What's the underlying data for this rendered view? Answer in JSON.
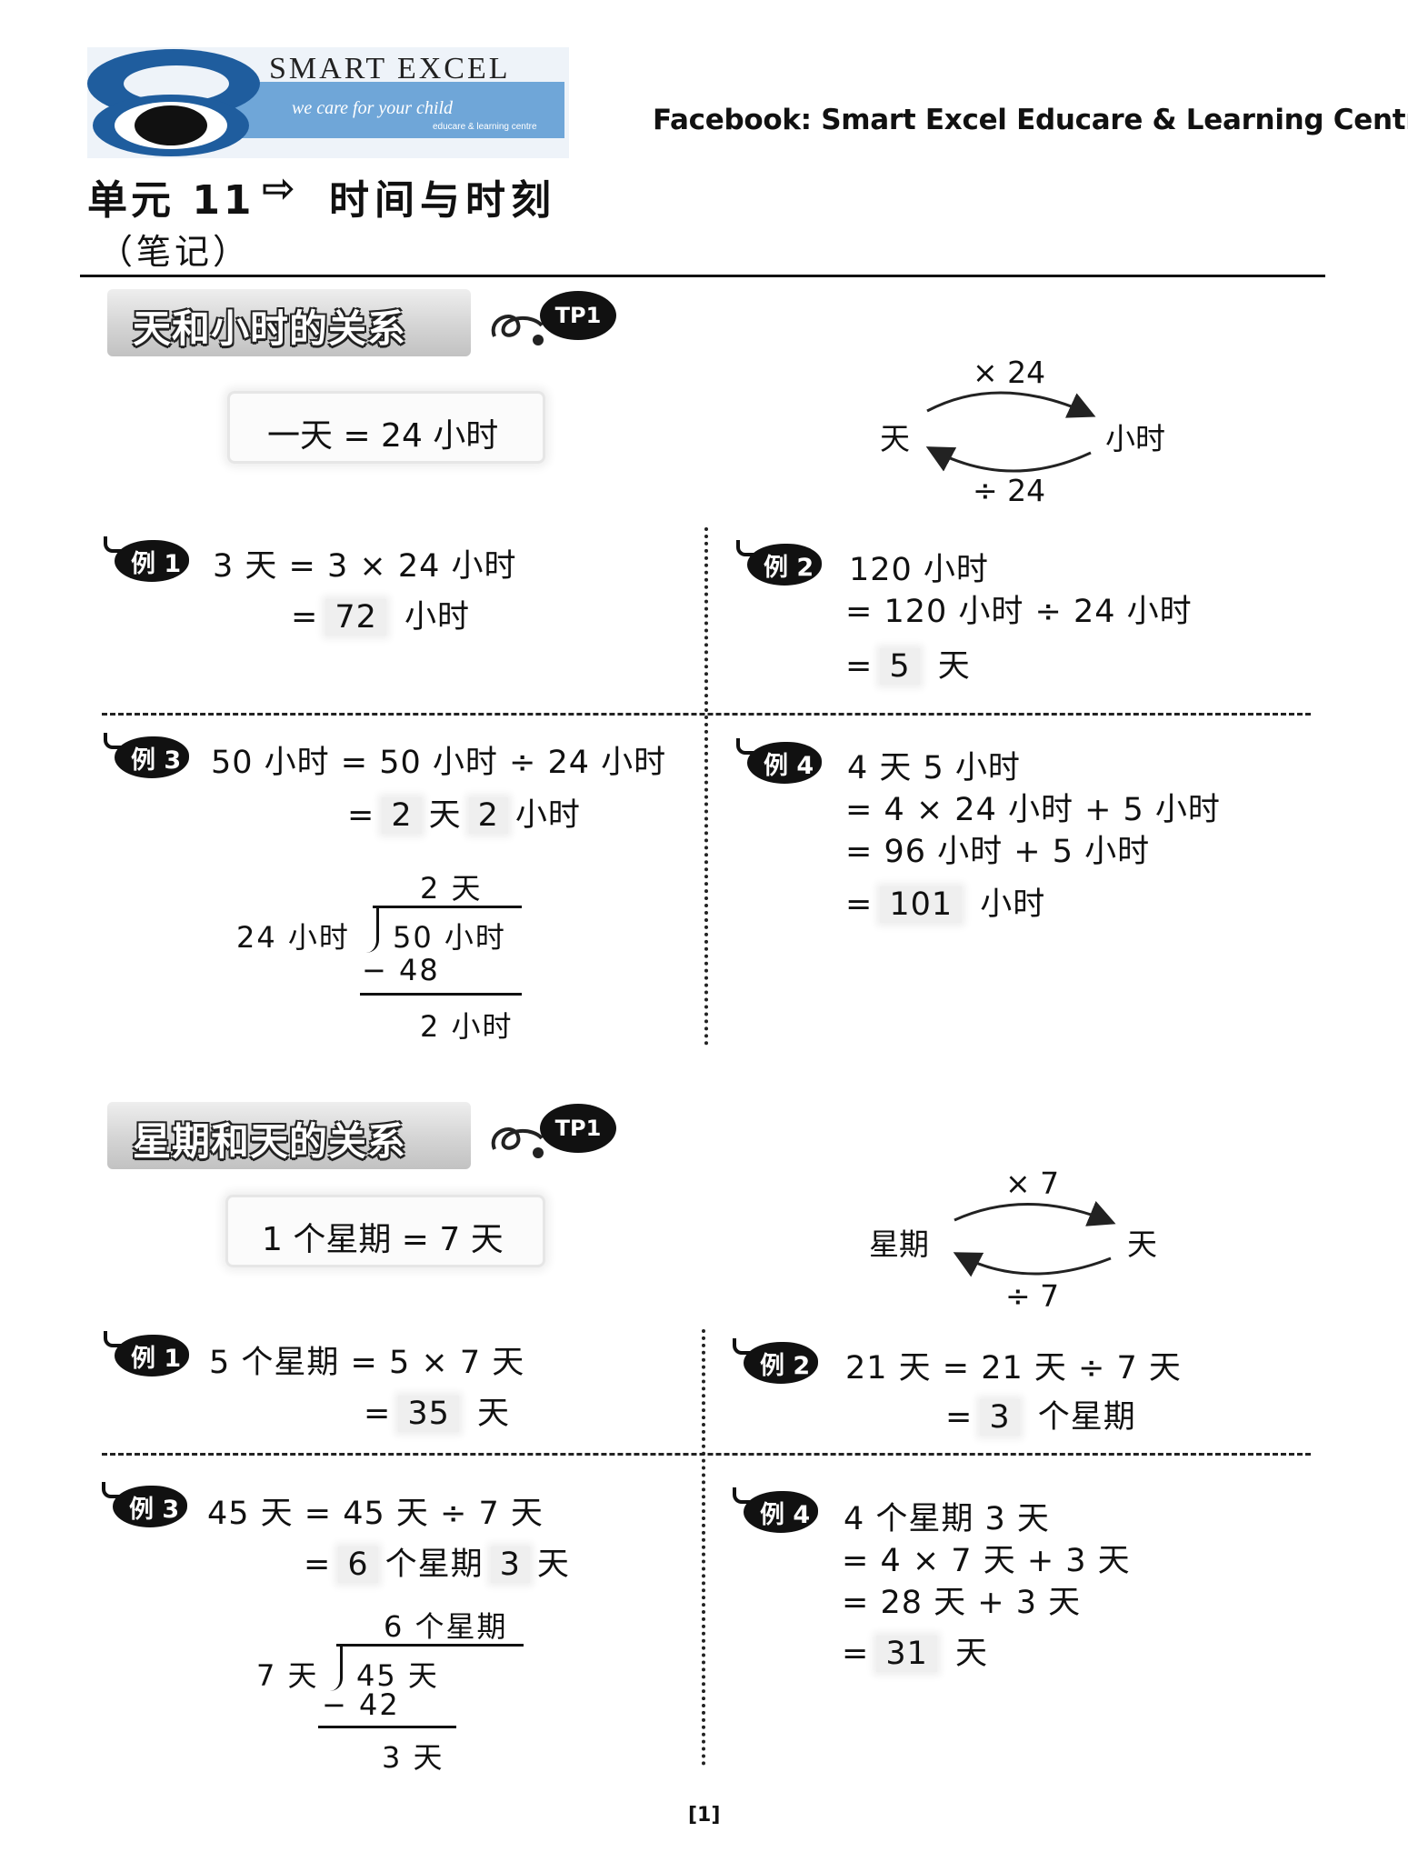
{
  "header": {
    "logo_main": "SMART EXCEL",
    "logo_tagline": "we care for your child",
    "logo_sub": "educare & learning centre",
    "facebook": "Facebook: Smart Excel Educare & Learning Centre",
    "unit": "单元 11",
    "arrow": "⇨",
    "unit_name": "时间与时刻",
    "notes": "（笔记）"
  },
  "sections": [
    {
      "title": "天和小时的关系",
      "badge": "TP1",
      "rule": "一天 = 24 小时",
      "diagram": {
        "left": "天",
        "right": "小时",
        "top": "× 24",
        "bottom": "÷ 24"
      },
      "examples": [
        {
          "tag": "例 1",
          "lines": [
            "3 天 = 3 × 24 小时"
          ],
          "answer_prefix": "=",
          "answer": "72",
          "answer_suffix": "小时"
        },
        {
          "tag": "例 2",
          "lines": [
            "120 小时",
            "= 120 小时 ÷ 24 小时"
          ],
          "answer_prefix": "=",
          "answer": "5",
          "answer_suffix": "天"
        },
        {
          "tag": "例 3",
          "lines": [
            "50 小时 = 50 小时 ÷ 24 小时"
          ],
          "answer_prefix": "=",
          "answer": "2",
          "answer_mid": "天",
          "answer2": "2",
          "answer_suffix": "小时",
          "division": {
            "quotient": "2 天",
            "divisor": "24 小时",
            "dividend": "50 小时",
            "subtract": "− 48",
            "remainder": "2 小时"
          }
        },
        {
          "tag": "例 4",
          "lines": [
            "4 天 5 小时",
            "= 4 × 24 小时 + 5 小时",
            "= 96 小时 + 5 小时"
          ],
          "answer_prefix": "=",
          "answer": "101",
          "answer_suffix": "小时"
        }
      ]
    },
    {
      "title": "星期和天的关系",
      "badge": "TP1",
      "rule": "1 个星期 = 7 天",
      "diagram": {
        "left": "星期",
        "right": "天",
        "top": "× 7",
        "bottom": "÷ 7"
      },
      "examples": [
        {
          "tag": "例 1",
          "lines": [
            "5 个星期 = 5 × 7 天"
          ],
          "answer_prefix": "=",
          "answer": "35",
          "answer_suffix": "天"
        },
        {
          "tag": "例 2",
          "lines": [
            "21 天 = 21 天 ÷ 7 天"
          ],
          "answer_prefix": "=",
          "answer": "3",
          "answer_suffix": "个星期"
        },
        {
          "tag": "例 3",
          "lines": [
            "45 天 = 45 天 ÷ 7 天"
          ],
          "answer_prefix": "=",
          "answer": "6",
          "answer_mid": "个星期",
          "answer2": "3",
          "answer_suffix": "天",
          "division": {
            "quotient": "6 个星期",
            "divisor": "7 天",
            "dividend": "45 天",
            "subtract": "− 42",
            "remainder": "3 天"
          }
        },
        {
          "tag": "例 4",
          "lines": [
            "4 个星期 3 天",
            "= 4 × 7 天 + 3 天",
            "= 28 天 + 3 天"
          ],
          "answer_prefix": "=",
          "answer": "31",
          "answer_suffix": "天"
        }
      ]
    }
  ],
  "page_number": "[1]",
  "colors": {
    "text": "#111111",
    "logo_blue": "#1f5d9e",
    "logo_sky": "#6fa6d8",
    "banner_gray": "#cfcfcf"
  }
}
